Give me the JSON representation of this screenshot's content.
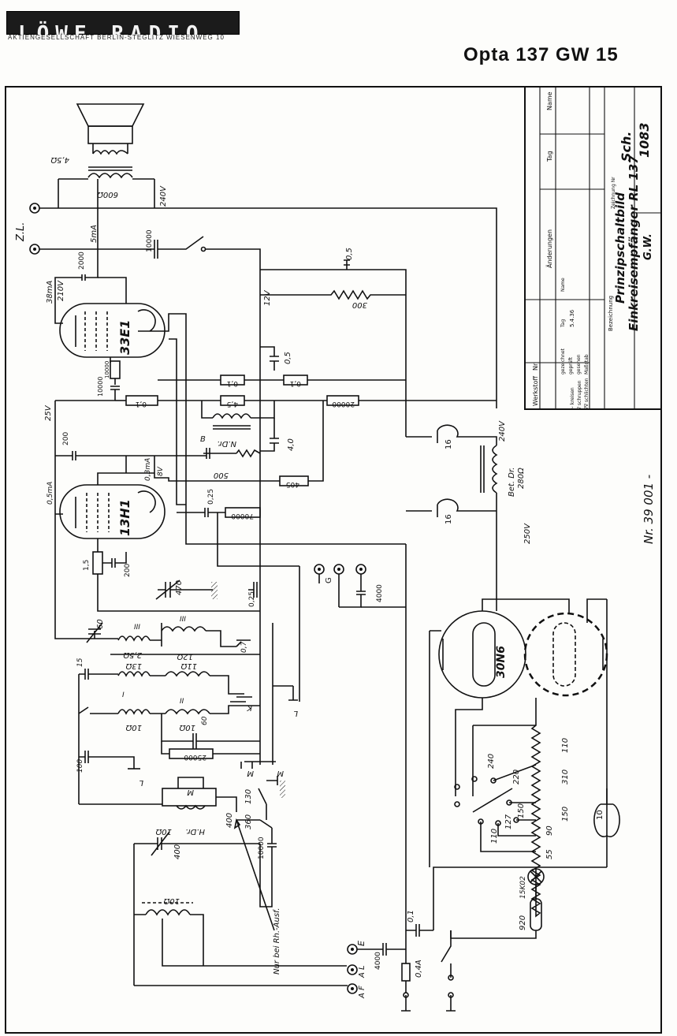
{
  "header": {
    "brand": "LÖWE RADIO",
    "brand_sub": "AKTIENGESELLSCHAFT BERLIN-STEGLITZ WIESENWEG 10",
    "model": "Opta 137 GW 15"
  },
  "title_block": {
    "col_werkstoff": "Werkstoff",
    "col_nr": "Nr",
    "col_aenderungen": "Änderungen",
    "col_tag": "Tag",
    "col_name": "Name",
    "row_gezeichnet": "gezeichnet",
    "row_geprueft": "geprüft",
    "row_gesehen": "gesehen",
    "row_massstab": "Maßstab",
    "date": "5.4.36",
    "legend_1": "~ kreisen",
    "legend_2": "∇ schruppen",
    "legend_3": "∇∇ schlichten",
    "bezeichnung_label": "Bezeichnung",
    "title_line1": "Prinzipschaltbild",
    "title_line2": "Einkreisempfänger RL 137",
    "title_line3": "G.W.",
    "zeichnung_label": "Zeichnung Nr",
    "zeichnung_nr1": "Sch.",
    "zeichnung_nr2": "1083"
  },
  "drawing_number": "Nr. 39 001 -",
  "components": {
    "spk_imp": "4,5Ω",
    "transformer": "600Ω",
    "v240_top": "240V",
    "zl": "Z.L.",
    "ma5": "5mA",
    "cap10000": "10000",
    "cap2000": "2000",
    "ma38": "38mA",
    "v210": "210V",
    "tube1": "33E1",
    "v12": "12V",
    "cap05a": "0,5",
    "res300": "300",
    "cap05b": "0,5",
    "r_01a": "0,1",
    "r_01b": "0,1",
    "r_01c": "0,1",
    "r_10000": "10000",
    "cap10000b": "10000",
    "v25": "25V",
    "r_45": "4,5",
    "r_20000": "20000",
    "hdr": "N.Dr.",
    "b_plus": "B",
    "pot500": "500",
    "cap4": "4,0",
    "cap200a": "200",
    "ma03": "0,3mA",
    "v8": "8V",
    "r_405": "405",
    "ma05": "0,5mA",
    "tube2": "13H1",
    "cap025a": "0,25",
    "r_70000": "70000",
    "elko16a": "16",
    "elko16b": "16",
    "v240_mid": "240V",
    "bet_dr": "Bet. Dr.",
    "bet_dr_r": "280Ω",
    "v250": "250V",
    "r_15": "1,5",
    "cap200b": "200",
    "cap470": "470",
    "cap025b": "0,25",
    "jack_g": "G",
    "cap4000": "4000",
    "cap60": "60",
    "coil_III": "III",
    "coil_II": "II",
    "coil_I": "I",
    "r_25": "2,5Ω",
    "r_12": "12Ω",
    "r_13": "13Ω",
    "r_11": "11Ω",
    "r_07": "0,7",
    "cap15": "15",
    "r_10a": "10Ω",
    "r_10b": "10Ω",
    "cap60b": "60",
    "r_25000": "25000",
    "sw_l": "L",
    "sw_k": "K",
    "sw_m": "M",
    "cap100": "100",
    "hdr2": "H.Dr.",
    "r_10c": "10Ω",
    "ant400": "400",
    "v130": "130",
    "v360": "360",
    "cap10000c": "10000",
    "cap400": "400",
    "r_10d": "10Ω",
    "rh_note": "Nur bei Rh.-Ausf.",
    "term_e": "E",
    "term_al": "A L",
    "term_af": "A F",
    "cap4000b": "4000",
    "fuse": "0,4A",
    "cap01": "0,1",
    "tube3": "30N6",
    "tap110": "110",
    "tap240": "240",
    "tap220": "220",
    "tap310": "310",
    "tap150": "150",
    "tap127": "127",
    "tap150b": "150",
    "tap110b": "110",
    "tap90": "90",
    "tap55": "55",
    "elko10": "10",
    "lamp": "15K02",
    "r_920": "920"
  }
}
